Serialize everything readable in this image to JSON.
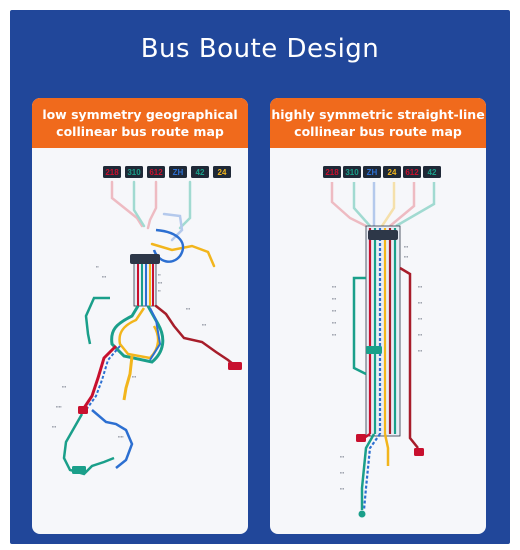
{
  "title": "Bus Boute Design",
  "left_card": {
    "heading_line1": "low symmetry geographical",
    "heading_line2": "collinear bus route map",
    "routes": [
      {
        "label": "218",
        "color": "#c8102e"
      },
      {
        "label": "310",
        "color": "#1a9f8a"
      },
      {
        "label": "612",
        "color": "#c8102e"
      },
      {
        "label": "ZH",
        "color": "#2c6fd1"
      },
      {
        "label": "42",
        "color": "#1a9f8a"
      },
      {
        "label": "24",
        "color": "#f2b51c"
      }
    ]
  },
  "right_card": {
    "heading_line1": "highly symmetric straight-line",
    "heading_line2": "collinear bus route map",
    "routes": [
      {
        "label": "218",
        "color": "#c8102e"
      },
      {
        "label": "310",
        "color": "#1a9f8a"
      },
      {
        "label": "ZH",
        "color": "#2c6fd1"
      },
      {
        "label": "24",
        "color": "#f2b51c"
      },
      {
        "label": "612",
        "color": "#c8102e"
      },
      {
        "label": "42",
        "color": "#1a9f8a"
      }
    ]
  },
  "colors": {
    "background": "#21479a",
    "banner": "#f06a1c",
    "card": "#f6f7fa"
  }
}
